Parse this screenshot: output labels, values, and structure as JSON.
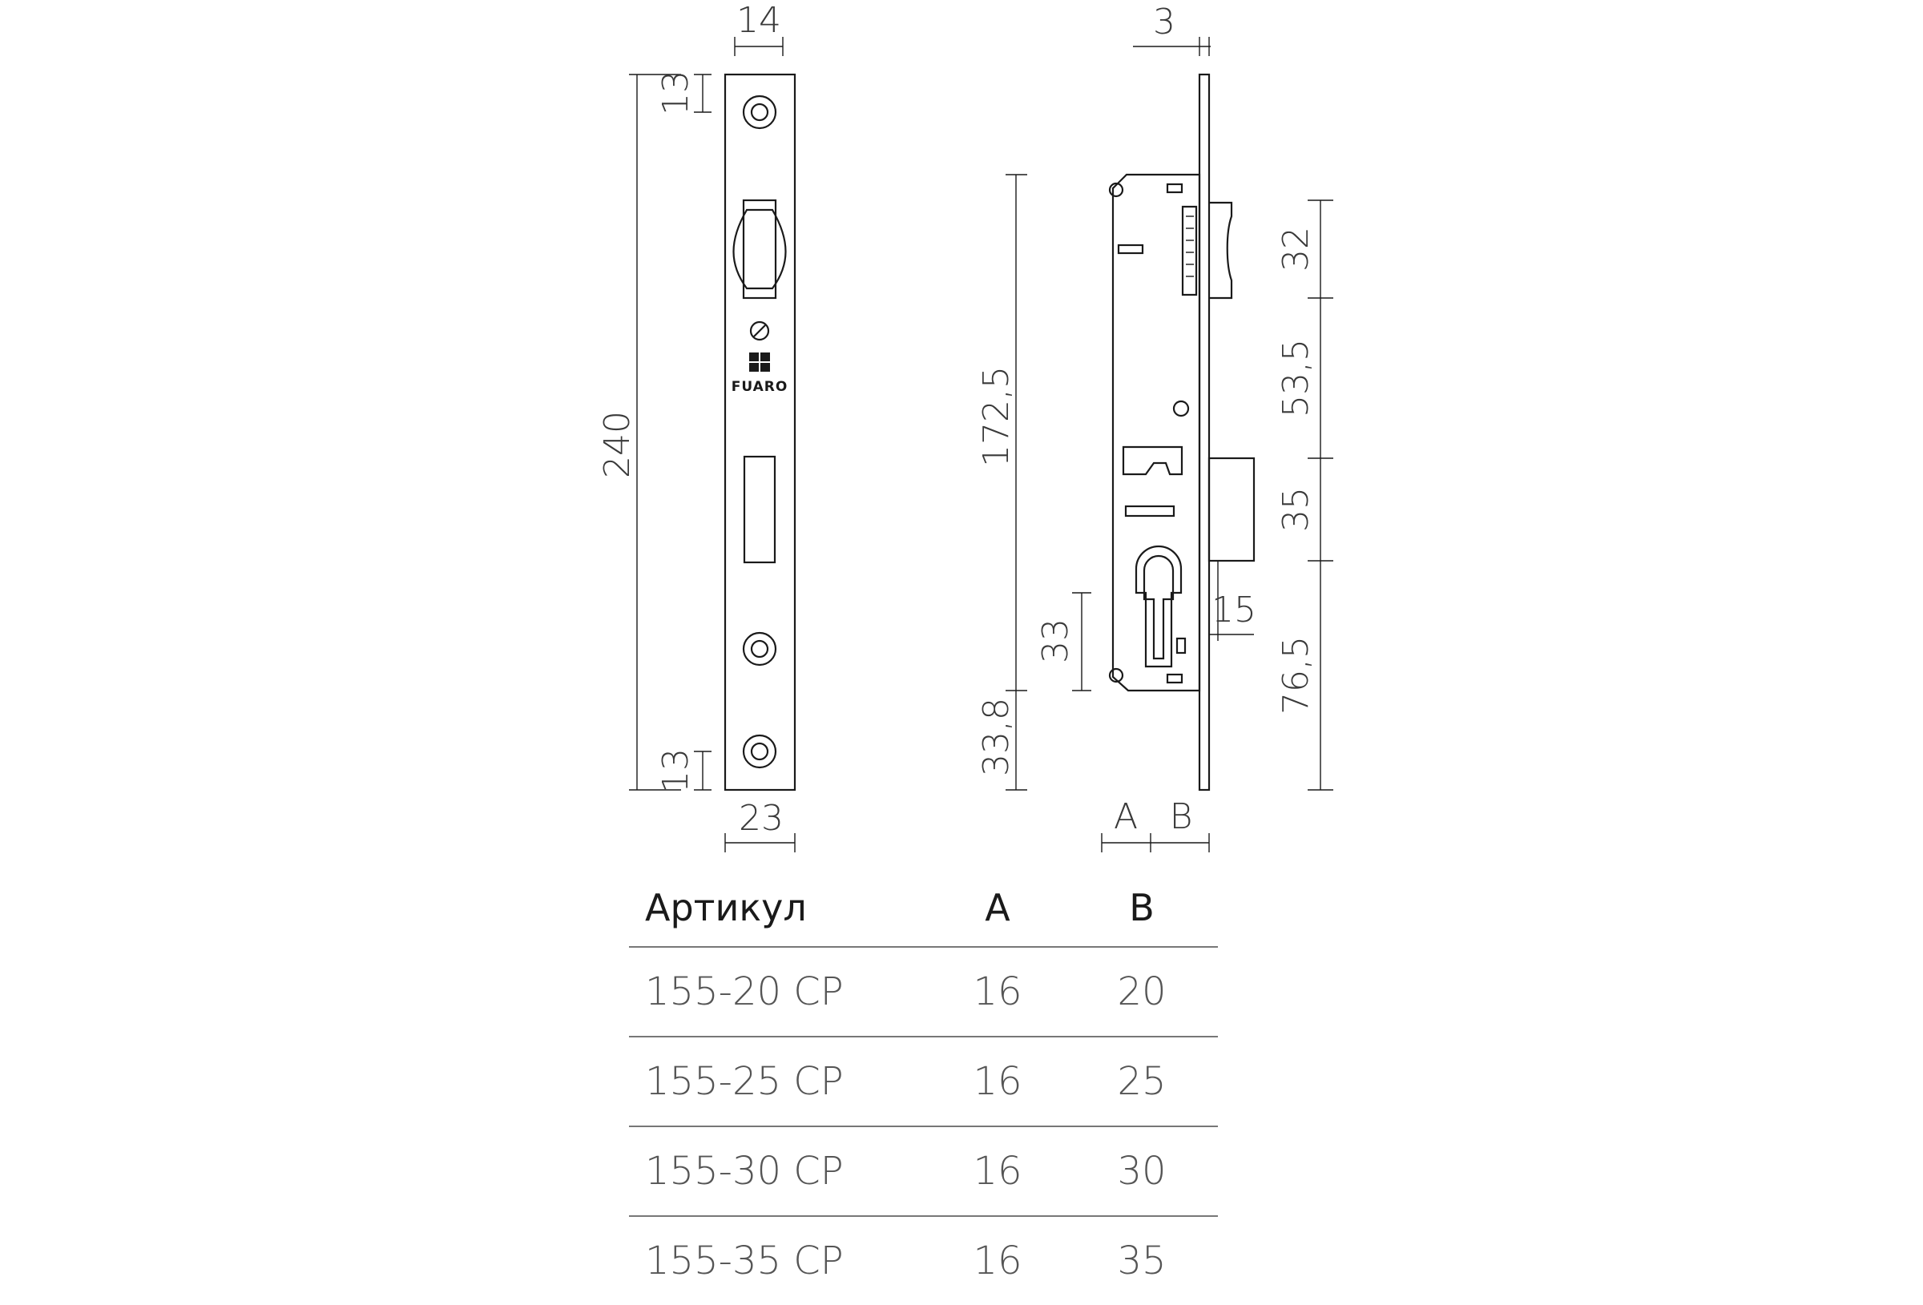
{
  "front_view": {
    "dims": {
      "width_top": "14",
      "height_total": "240",
      "top_hole_offset": "13",
      "bottom_hole_offset": "13",
      "width_bottom": "23"
    },
    "logo": "FUARO"
  },
  "side_view": {
    "dims": {
      "faceplate_thickness": "3",
      "body_height": "172,5",
      "cylinder_height": "33",
      "bottom_offset": "33,8",
      "key_offset": "15",
      "latch_height": "32",
      "between_latch_and_bolt": "53,5",
      "bolt_height": "35",
      "bolt_to_bottom": "76,5",
      "label_a": "A",
      "label_b": "B"
    }
  },
  "table": {
    "headers": [
      "Артикул",
      "A",
      "B"
    ],
    "rows": [
      [
        "155-20 CP",
        "16",
        "20"
      ],
      [
        "155-25 CP",
        "16",
        "25"
      ],
      [
        "155-30 CP",
        "16",
        "30"
      ],
      [
        "155-35 CP",
        "16",
        "35"
      ]
    ]
  }
}
